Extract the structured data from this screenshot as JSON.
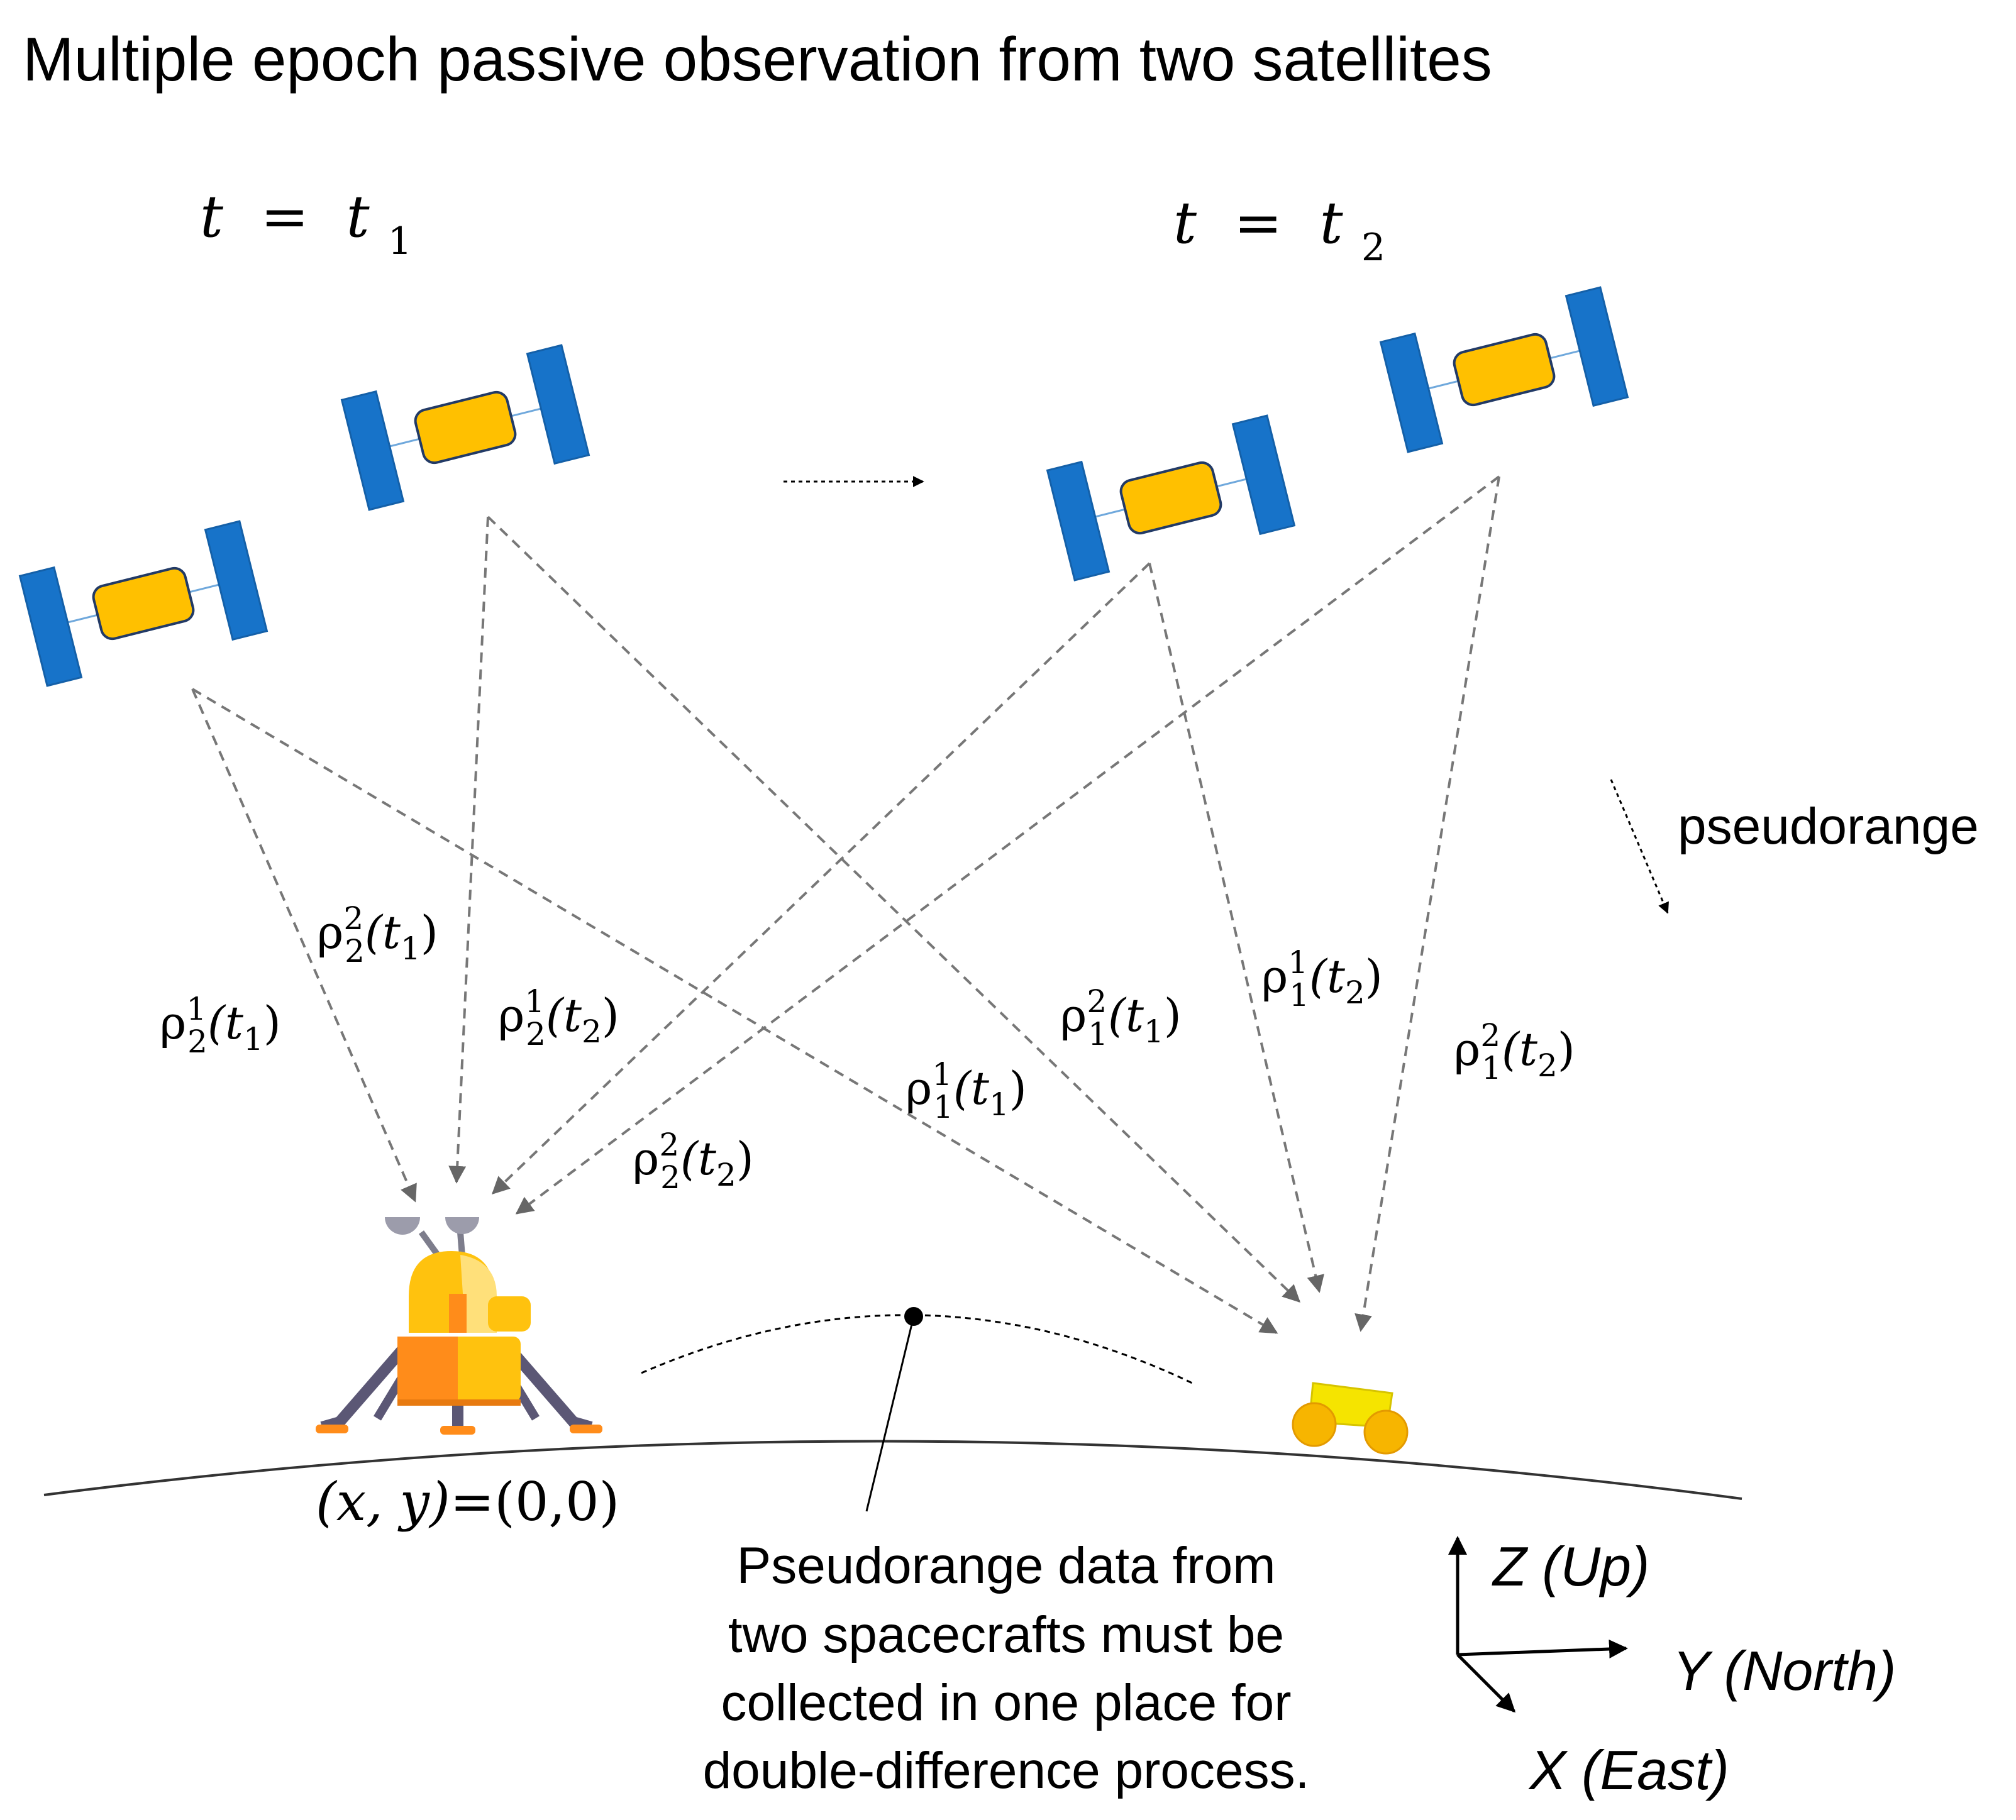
{
  "title": "Multiple epoch passive observation from two satellites",
  "epochs": {
    "t1": {
      "var": "t",
      "eq": "=",
      "base": "t",
      "sub": "1"
    },
    "t2": {
      "var": "t",
      "eq": "=",
      "base": "t",
      "sub": "2"
    }
  },
  "legend": {
    "pseudorange": "pseudorange"
  },
  "pseudoranges": [
    {
      "id": "rho21t1",
      "sym": "ρ",
      "sup": "2",
      "sub": "2",
      "arg": "(t",
      "argsub": "1",
      "close": ")"
    },
    {
      "id": "rho12t1_a",
      "sym": "ρ",
      "sup": "1",
      "sub": "2",
      "arg": "(t",
      "argsub": "1",
      "close": ")"
    },
    {
      "id": "rho12t2",
      "sym": "ρ",
      "sup": "1",
      "sub": "2",
      "arg": "(t",
      "argsub": "2",
      "close": ")"
    },
    {
      "id": "rho22t2",
      "sym": "ρ",
      "sup": "2",
      "sub": "2",
      "arg": "(t",
      "argsub": "2",
      "close": ")"
    },
    {
      "id": "rho11t1",
      "sym": "ρ",
      "sup": "1",
      "sub": "1",
      "arg": "(t",
      "argsub": "1",
      "close": ")"
    },
    {
      "id": "rho21t1b",
      "sym": "ρ",
      "sup": "2",
      "sub": "1",
      "arg": "(t",
      "argsub": "1",
      "close": ")"
    },
    {
      "id": "rho11t2",
      "sym": "ρ",
      "sup": "1",
      "sub": "1",
      "arg": "(t",
      "argsub": "2",
      "close": ")"
    },
    {
      "id": "rho21t2",
      "sym": "ρ",
      "sup": "2",
      "sub": "1",
      "arg": "(t",
      "argsub": "2",
      "close": ")"
    }
  ],
  "origin_label": {
    "left": "(x, y)",
    "eq": "=",
    "right": "(0,0)"
  },
  "note_lines": [
    "Pseudorange data from",
    "two spacecrafts must be",
    "collected in one place for",
    "double-difference process."
  ],
  "axes": {
    "z": "Z (Up)",
    "y": "Y (North)",
    "x": "X (East)"
  },
  "colors": {
    "panel": "#1773c9",
    "body": "#ffc000",
    "lander_gold": "#ffc20e",
    "lander_orange": "#ff8c1a",
    "lander_leg": "#5b5775",
    "rover": "#f5e400",
    "wheel": "#f7b500"
  }
}
